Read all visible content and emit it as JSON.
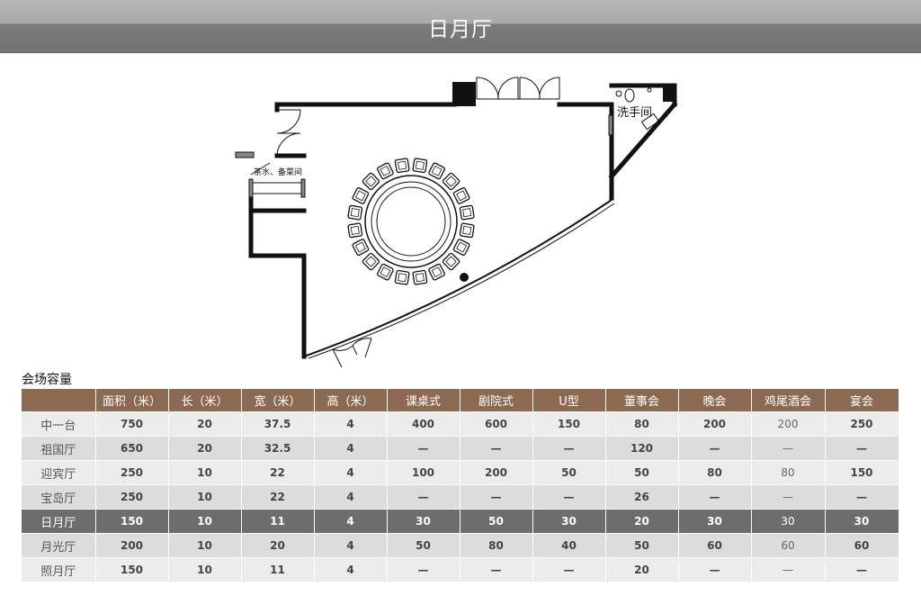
{
  "header": {
    "title": "日月厅"
  },
  "floorplan": {
    "tea_room_label": "茶水、备菜间",
    "restroom_label": "洗手间"
  },
  "capacity": {
    "title": "会场容量",
    "columns": [
      "",
      "面积（米）",
      "长（米）",
      "宽（米）",
      "高（米）",
      "课桌式",
      "剧院式",
      "U型",
      "董事会",
      "晚会",
      "鸡尾酒会",
      "宴会"
    ],
    "rows": [
      {
        "name": "中一台",
        "values": [
          "750",
          "20",
          "37.5",
          "4",
          "400",
          "600",
          "150",
          "80",
          "200",
          "200",
          "250"
        ]
      },
      {
        "name": "祖国厅",
        "values": [
          "650",
          "20",
          "32.5",
          "4",
          "—",
          "—",
          "—",
          "120",
          "—",
          "—",
          "—"
        ]
      },
      {
        "name": "迎宾厅",
        "values": [
          "250",
          "10",
          "22",
          "4",
          "100",
          "200",
          "50",
          "50",
          "80",
          "80",
          "150"
        ]
      },
      {
        "name": "宝岛厅",
        "values": [
          "250",
          "10",
          "22",
          "4",
          "—",
          "—",
          "—",
          "26",
          "—",
          "—",
          "—"
        ]
      },
      {
        "name": "日月厅",
        "values": [
          "150",
          "10",
          "11",
          "4",
          "30",
          "50",
          "30",
          "20",
          "30",
          "30",
          "30"
        ],
        "highlight": true
      },
      {
        "name": "月光厅",
        "values": [
          "200",
          "10",
          "20",
          "4",
          "50",
          "80",
          "40",
          "50",
          "60",
          "60",
          "60"
        ]
      },
      {
        "name": "照月厅",
        "values": [
          "150",
          "10",
          "11",
          "4",
          "—",
          "—",
          "—",
          "20",
          "—",
          "—",
          "—"
        ]
      }
    ]
  }
}
